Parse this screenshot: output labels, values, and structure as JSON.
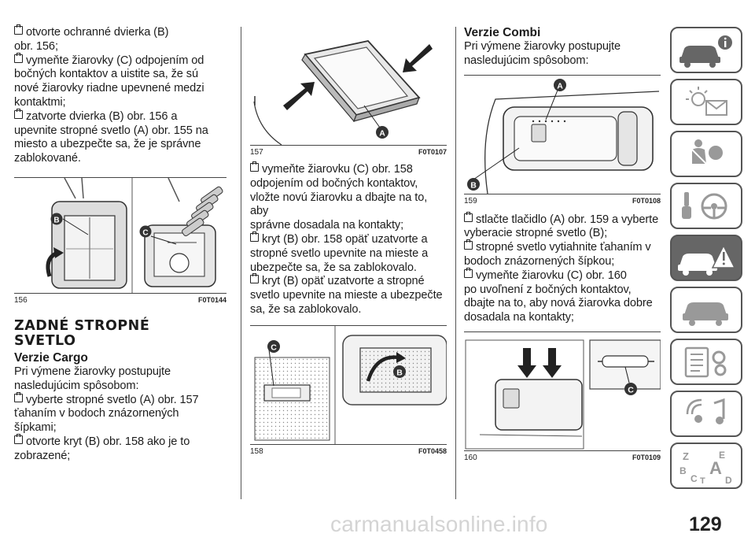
{
  "column1": {
    "top_items": [
      "otvorte ochranné dvierka (B)",
      "obr. 156;",
      "vymeňte žiarovky (C) odpojením od",
      "bočných kontaktov a uistite sa, že sú",
      "nové žiarovky riadne upevnené medzi",
      "kontaktmi;",
      "zatvorte dvierka (B) obr. 156 a",
      "upevnite stropné svetlo (A) obr. 155 na",
      "miesto a ubezpečte sa, že je správne",
      "zablokované."
    ],
    "fig156": {
      "number": "156",
      "code": "F0T0144",
      "labels": [
        "B",
        "C"
      ]
    },
    "heading_line1": "ZADNÉ STROPNÉ",
    "heading_line2": "SVETLO",
    "subheading": "Verzie Cargo",
    "intro_line1": "Pri výmene žiarovky postupujte",
    "intro_line2": "nasledujúcim spôsobom:",
    "bottom_items": [
      "vyberte stropné svetlo (A) obr. 157",
      "ťahaním v bodoch znázornených",
      "šípkami;",
      "otvorte kryt (B) obr. 158 ako je to",
      "zobrazené;"
    ]
  },
  "column2": {
    "fig157": {
      "number": "157",
      "code": "F0T0107",
      "labels": [
        "A"
      ]
    },
    "items": [
      "vymeňte žiarovku (C) obr. 158",
      "odpojením od bočných kontaktov,",
      "vložte novú žiarovku a dbajte na to, aby",
      "správne dosadala na kontakty;",
      "kryt (B) obr. 158 opäť uzatvorte a",
      "stropné svetlo upevnite na mieste a",
      "ubezpečte sa, že sa zablokovalo.",
      "kryt (B) opäť uzatvorte a stropné",
      "svetlo upevnite na mieste a ubezpečte",
      "sa, že sa zablokovalo."
    ],
    "fig158": {
      "number": "158",
      "code": "F0T0458",
      "labels": [
        "C",
        "B"
      ]
    }
  },
  "column3": {
    "subheading": "Verzie Combi",
    "intro_line1": "Pri výmene žiarovky postupujte",
    "intro_line2": "nasledujúcim spôsobom:",
    "fig159": {
      "number": "159",
      "code": "F0T0108",
      "labels": [
        "A",
        "B"
      ]
    },
    "items": [
      "stlačte tlačidlo (A) obr. 159 a vyberte",
      "vyberacie stropné svetlo (B);",
      "stropné svetlo vytiahnite ťahaním v",
      "bodoch znázornených šípkou;",
      "vymeňte žiarovku (C) obr. 160",
      "po uvoľnení z bočných kontaktov,",
      "dbajte na to, aby nová žiarovka dobre",
      "dosadala na kontakty;"
    ],
    "fig160": {
      "number": "160",
      "code": "F0T0109",
      "labels": [
        "C"
      ]
    }
  },
  "sidebar": {
    "tabs": [
      {
        "icon": "car-info-icon",
        "active": false
      },
      {
        "icon": "dashboard-lights-icon",
        "active": false
      },
      {
        "icon": "safety-airbag-icon",
        "active": false
      },
      {
        "icon": "key-steering-icon",
        "active": false
      },
      {
        "icon": "car-emergency-icon",
        "active": true
      },
      {
        "icon": "car-maintenance-icon",
        "active": false
      },
      {
        "icon": "technical-data-icon",
        "active": false
      },
      {
        "icon": "multimedia-icon",
        "active": false
      },
      {
        "icon": "alphabetical-index-icon",
        "active": false
      }
    ],
    "index_letters": [
      "Z",
      "E",
      "B",
      "A",
      "C",
      "T",
      "D"
    ]
  },
  "page_number": "129",
  "watermark": "carmanualsonline.info"
}
